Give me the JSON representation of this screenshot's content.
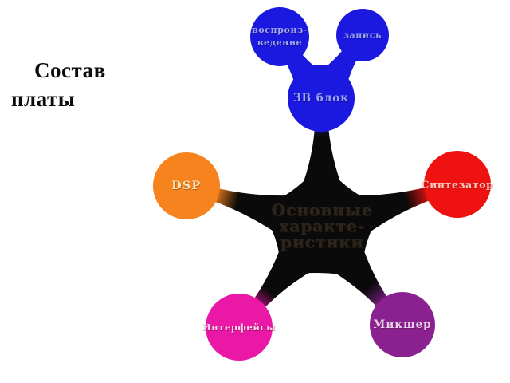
{
  "slide": {
    "title": {
      "line1": "Состав",
      "line2": "платы"
    }
  },
  "colors": {
    "background": "#ffffff",
    "black": "#0a0a0a",
    "blue": "#1b18e0",
    "orange": "#f6831d",
    "red": "#ee1310",
    "magenta": "#eb17a6",
    "purple": "#8b2191",
    "title_text": "#0c0c0c"
  },
  "diagram": {
    "center": {
      "label": "Основные\nхаракте-\nристики",
      "fill": "#0a0a0a",
      "text_color": "#2a241e"
    },
    "nodes": [
      {
        "id": "zv-blok",
        "label": "ЗВ блок",
        "fill": "#1b18e0",
        "text_color": "#9ba5f0"
      },
      {
        "id": "vosproizvedenie",
        "label": "воспроиз-\nведение",
        "fill": "#1b18e0",
        "text_color": "#9ba5f0"
      },
      {
        "id": "zapis",
        "label": "запись",
        "fill": "#1b18e0",
        "text_color": "#9ba5f0"
      },
      {
        "id": "dsp",
        "label": "DSP",
        "fill": "#f6831d",
        "text_color": "#fae6bf"
      },
      {
        "id": "sintezator",
        "label": "Синтезатор",
        "fill": "#ee1310",
        "text_color": "#fcc9c0"
      },
      {
        "id": "interfeysy",
        "label": "Интерфейсы",
        "fill": "#eb17a6",
        "text_color": "#fad7ec"
      },
      {
        "id": "miksher",
        "label": "Микшер",
        "fill": "#8b2191",
        "text_color": "#eacfec"
      }
    ]
  }
}
